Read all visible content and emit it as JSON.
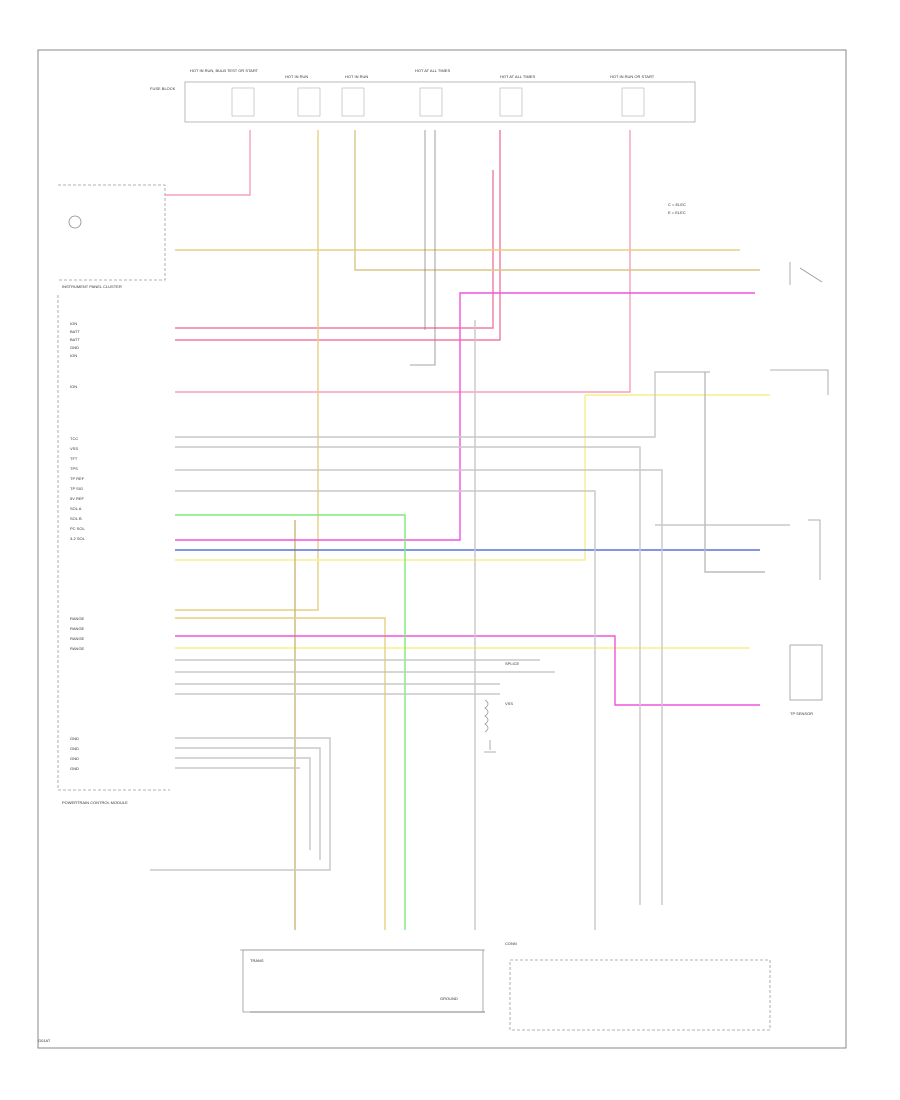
{
  "diagram": {
    "fuse_box_label": "FUSE BLOCK",
    "fuses": [
      "HOT IN RUN, BULB TEST OR START",
      "HOT IN RUN",
      "HOT IN RUN",
      "HOT AT ALL TIMES",
      "HOT AT ALL TIMES",
      "HOT IN RUN OR START"
    ],
    "cluster_label": "INSTRUMENT PANEL CLUSTER",
    "pcm_label": "POWERTRAIN CONTROL MODULE",
    "left_pins": [
      "IGN",
      "BATT",
      "BATT",
      "GND",
      "IGN",
      "IGN",
      "TCC",
      "VSS",
      "TFT",
      "TPS",
      "TP REF",
      "TP SIG",
      "5V REF",
      "SOL A",
      "SOL B",
      "PC SOL",
      "3-2 SOL",
      "RANGE",
      "RANGE",
      "RANGE",
      "RANGE",
      "GND",
      "GND",
      "GND",
      "GND"
    ],
    "component_labels": [
      "TRANS",
      "VSS",
      "TP SENSOR",
      "SPLICE",
      "CONN",
      "GROUND"
    ],
    "notes": [
      "C = ELEC",
      "E = ELEC"
    ],
    "corner_code": "G01AT"
  }
}
